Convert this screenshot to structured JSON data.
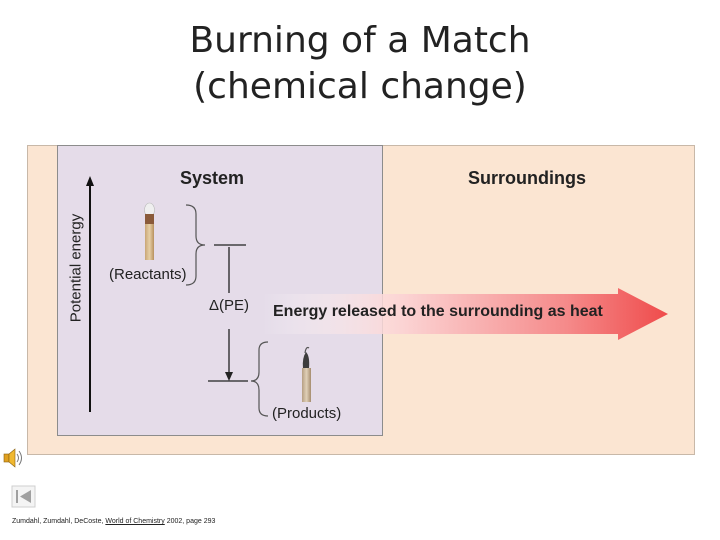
{
  "title_line1": "Burning of a Match",
  "title_line2": "(chemical change)",
  "diagram": {
    "system_label": "System",
    "surroundings_label": "Surroundings",
    "y_axis_label": "Potential energy",
    "reactants_label": "(Reactants)",
    "delta_pe_label": "Δ(PE)",
    "products_label": "(Products)",
    "heat_label": "Energy released to the surrounding as heat"
  },
  "citation": {
    "authors": "Zumdahl, Zumdahl, DeCoste, ",
    "book": "World of Chemistry",
    "rest": " 2002, page 293"
  },
  "colors": {
    "surroundings_bg": "#fbe5d2",
    "system_bg": "#e5dce9",
    "arrow": "#ef4b4b"
  },
  "icons": [
    "speaker-icon",
    "skip-to-start-icon"
  ]
}
